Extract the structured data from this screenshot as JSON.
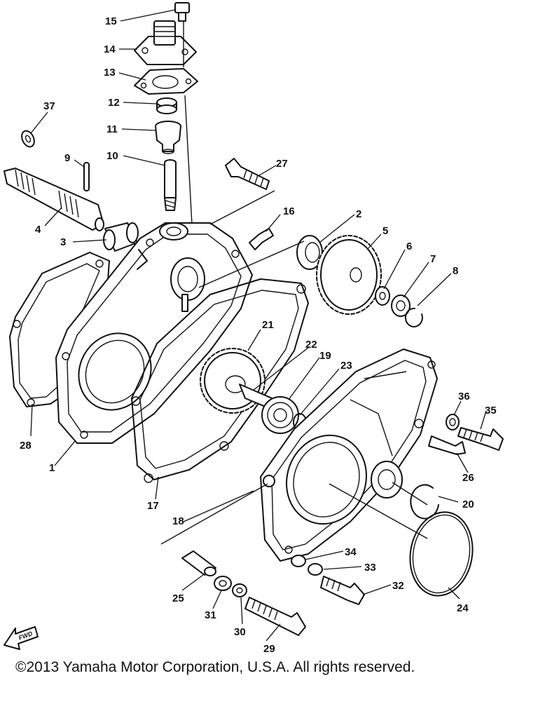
{
  "callouts": [
    "15",
    "14",
    "13",
    "12",
    "11",
    "10",
    "9",
    "4",
    "3",
    "37",
    "27",
    "16",
    "2",
    "5",
    "6",
    "7",
    "8",
    "21",
    "22",
    "19",
    "23",
    "36",
    "35",
    "26",
    "20",
    "28",
    "1",
    "17",
    "18",
    "25",
    "31",
    "30",
    "29",
    "34",
    "33",
    "32",
    "24"
  ],
  "fwd_label": "FWD",
  "copyright": "©2013 Yamaha Motor Corporation, U.S.A. All rights reserved."
}
